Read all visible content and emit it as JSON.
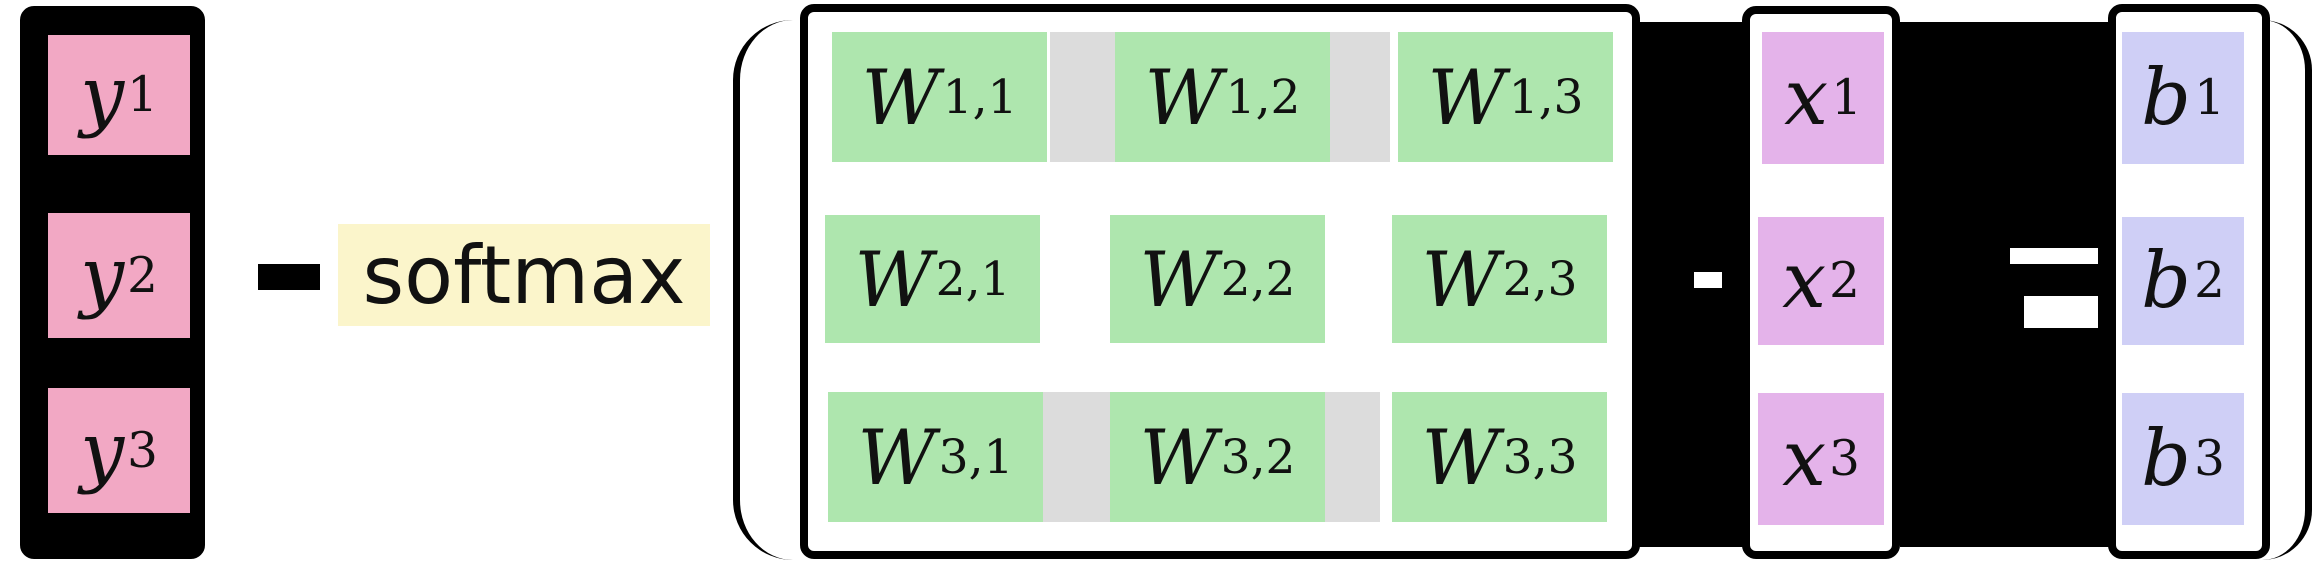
{
  "y": [
    {
      "sym": "y",
      "sub": "1"
    },
    {
      "sym": "y",
      "sub": "2"
    },
    {
      "sym": "y",
      "sub": "3"
    }
  ],
  "op_softmax": "softmax",
  "W": [
    {
      "sym": "W",
      "sub": "1,1"
    },
    {
      "sym": "W",
      "sub": "1,2"
    },
    {
      "sym": "W",
      "sub": "1,3"
    },
    {
      "sym": "W",
      "sub": "2,1"
    },
    {
      "sym": "W",
      "sub": "2,2"
    },
    {
      "sym": "W",
      "sub": "2,3"
    },
    {
      "sym": "W",
      "sub": "3,1"
    },
    {
      "sym": "W",
      "sub": "3,2"
    },
    {
      "sym": "W",
      "sub": "3,3"
    }
  ],
  "x": [
    {
      "sym": "x",
      "sub": "1"
    },
    {
      "sym": "x",
      "sub": "2"
    },
    {
      "sym": "x",
      "sub": "3"
    }
  ],
  "b": [
    {
      "sym": "b",
      "sub": "1"
    },
    {
      "sym": "b",
      "sub": "2"
    },
    {
      "sym": "b",
      "sub": "3"
    }
  ],
  "colors": {
    "y_cell": "#f2a8c4",
    "w_cell": "#aee6ae",
    "x_cell": "#e4b3ea",
    "b_cell": "#cfcff6",
    "softmax_bg": "#fbf5cb"
  }
}
